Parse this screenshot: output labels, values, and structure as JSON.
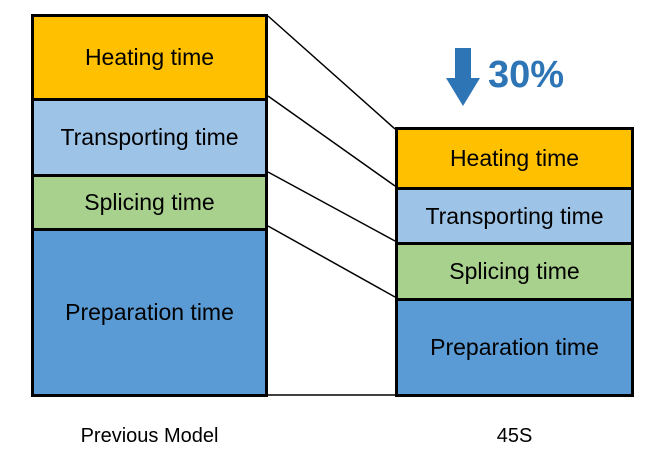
{
  "colors": {
    "heating": "#FFC000",
    "transporting": "#9DC3E6",
    "splicing": "#A9D18E",
    "preparation": "#5B9BD5",
    "accent": "#2E75B6"
  },
  "previous": {
    "caption": "Previous Model",
    "segments": [
      {
        "label": "Heating time"
      },
      {
        "label": "Transporting time"
      },
      {
        "label": "Splicing time"
      },
      {
        "label": "Preparation time"
      }
    ]
  },
  "new_model": {
    "caption": "45S",
    "segments": [
      {
        "label": "Heating time"
      },
      {
        "label": "Transporting time"
      },
      {
        "label": "Splicing time"
      },
      {
        "label": "Preparation time"
      }
    ]
  },
  "reduction": {
    "label": "30%",
    "icon": "down-arrow-icon"
  }
}
